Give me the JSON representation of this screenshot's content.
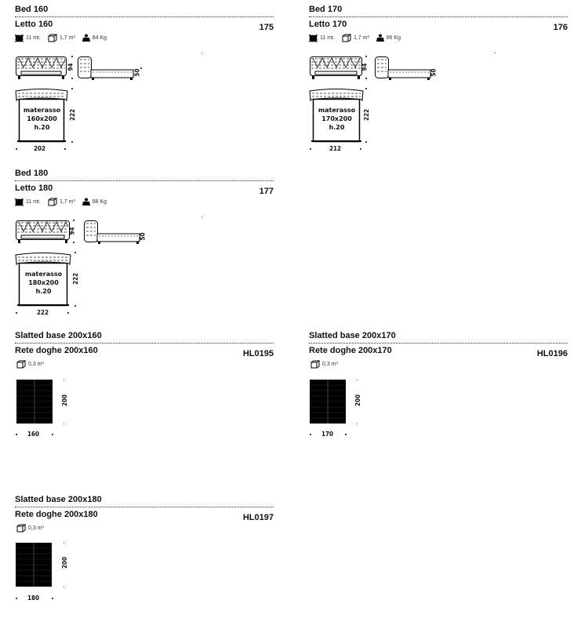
{
  "beds": [
    {
      "title_en": "Bed 160",
      "title_it": "Letto 160",
      "code": "175",
      "cable": "11 mt.",
      "volume": "1,7 m³",
      "weight": "84 Kg",
      "height_head": "94",
      "height_frame": "50",
      "length": "222",
      "width": "202",
      "mattress": "materasso",
      "mattress_size": "160x200",
      "mattress_h": "h.20"
    },
    {
      "title_en": "Bed 170",
      "title_it": "Letto 170",
      "code": "176",
      "cable": "11 mt.",
      "volume": "1,7 m³",
      "weight": "86 Kg",
      "height_head": "94",
      "height_frame": "50",
      "length": "222",
      "width": "212",
      "mattress": "materasso",
      "mattress_size": "170x200",
      "mattress_h": "h.20"
    },
    {
      "title_en": "Bed 180",
      "title_it": "Letto 180",
      "code": "177",
      "cable": "11 mt.",
      "volume": "1,7 m³",
      "weight": "88 Kg",
      "height_head": "94",
      "height_frame": "50",
      "length": "222",
      "width": "222",
      "mattress": "materasso",
      "mattress_size": "180x200",
      "mattress_h": "h.20"
    }
  ],
  "bases": [
    {
      "title_en": "Slatted base 200x160",
      "title_it": "Rete doghe 200x160",
      "code": "HL0195",
      "volume": "0,3 m³",
      "length": "200",
      "width": "160"
    },
    {
      "title_en": "Slatted base 200x170",
      "title_it": "Rete doghe 200x170",
      "code": "HL0196",
      "volume": "0,3 m³",
      "length": "200",
      "width": "170"
    },
    {
      "title_en": "Slatted base 200x180",
      "title_it": "Rete doghe 200x180",
      "code": "HL0197",
      "volume": "0,3 m³",
      "length": "200",
      "width": "180"
    }
  ],
  "icons": {
    "cable": "cable-icon",
    "volume": "box-volume-icon",
    "weight": "weight-icon"
  }
}
